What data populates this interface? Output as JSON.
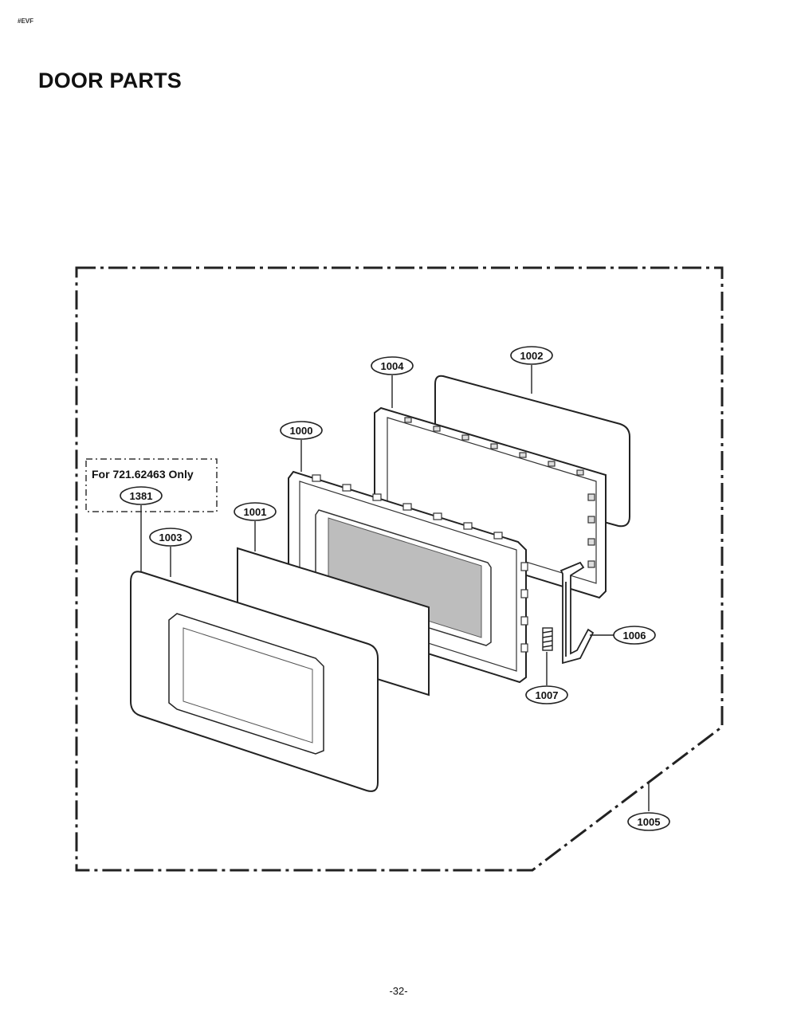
{
  "header": {
    "corner_mark": "#EVF",
    "title": "DOOR PARTS"
  },
  "diagram": {
    "note": "For 721.62463 Only",
    "callouts": {
      "p1000": "1000",
      "p1001": "1001",
      "p1002": "1002",
      "p1003": "1003",
      "p1004": "1004",
      "p1005": "1005",
      "p1006": "1006",
      "p1007": "1007",
      "p1381": "1381"
    }
  },
  "footer": {
    "page_number": "-32-"
  }
}
